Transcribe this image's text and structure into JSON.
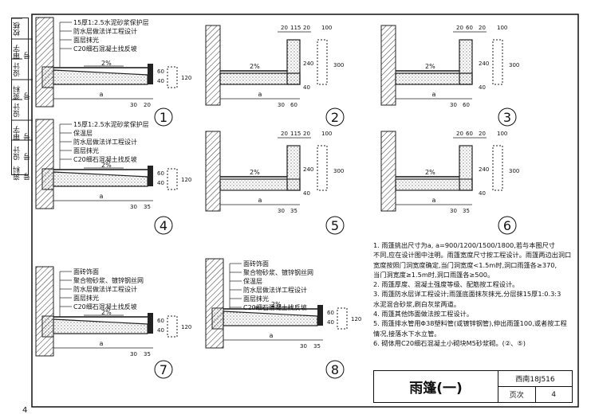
{
  "side_block": [
    "校核",
    "审字号",
    "设计",
    "资料号",
    "设计",
    "审字号",
    "设计号",
    "资料号"
  ],
  "details": [
    {
      "num": "①",
      "layers": [
        "15厚1:2.5水泥砂浆保护层",
        "防水层做法详工程设计",
        "面层抹光",
        "C20细石混凝土找反坡"
      ],
      "dims": [
        "30",
        "20",
        "60",
        "40",
        "120"
      ],
      "slope": "2%",
      "a": "a"
    },
    {
      "num": "②",
      "dims": [
        "20",
        "115",
        "20",
        "100",
        "240",
        "300",
        "40",
        "30",
        "60"
      ],
      "slope": "2%",
      "a": "a"
    },
    {
      "num": "③",
      "dims": [
        "20",
        "60",
        "20",
        "100",
        "240",
        "300",
        "40",
        "30",
        "60"
      ],
      "slope": "2%",
      "a": "a"
    },
    {
      "num": "④",
      "layers": [
        "15厚1:2.5水泥砂浆保护层",
        "保温层",
        "防水层做法详工程设计",
        "面层抹光",
        "C20细石混凝土找反坡"
      ],
      "dims": [
        "30",
        "35",
        "60",
        "40",
        "120"
      ],
      "slope": "2%",
      "a": "a"
    },
    {
      "num": "⑤",
      "dims": [
        "20",
        "115",
        "20",
        "100",
        "240",
        "300",
        "40",
        "30",
        "35"
      ],
      "slope": "2%",
      "a": "a"
    },
    {
      "num": "⑥",
      "dims": [
        "20",
        "60",
        "20",
        "100",
        "240",
        "300",
        "40",
        "30",
        "35"
      ],
      "slope": "2%",
      "a": "a"
    },
    {
      "num": "⑦",
      "layers": [
        "面砖饰面",
        "聚合物砂浆、镀锌钢丝网",
        "防水层做法详工程设计",
        "面层抹光",
        "C20细石混凝土找反坡"
      ],
      "dims": [
        "30",
        "35",
        "60",
        "40",
        "120"
      ],
      "slope": "2%",
      "a": "a"
    },
    {
      "num": "⑧",
      "layers": [
        "面砖饰面",
        "聚合物砂浆、镀锌钢丝网",
        "保温层",
        "防水层做法详工程设计",
        "面层抹光",
        "C20细石混凝土找反坡"
      ],
      "dims": [
        "30",
        "35",
        "60",
        "40",
        "120"
      ],
      "slope": "2%",
      "a": "a"
    }
  ],
  "notes": [
    "1. 雨篷挑出尺寸为a, a=900/1200/1500/1800,若与本图尺寸",
    "   不同,应在设计图中注明。雨篷宽度尺寸按工程设计。雨篷两边出洞口",
    "   宽度按照门洞宽度确定,当门洞宽度<1.5m时,洞口雨篷各≥370,",
    "   当门洞宽度≥1.5m时,洞口雨篷各≥500。",
    "2. 雨篷厚度、混凝土强度等级、配筋按工程设计。",
    "3. 雨篷防水层详工程设计;雨篷底面抹灰抹光,分层抹15厚1:0.3:3",
    "   水泥混合砂浆,刷白灰浆两道。",
    "4. 雨篷其他饰面做法按工程设计。",
    "5. 雨篷排水管用Φ38塑料管(或镀锌钢管),伸出雨篷100,或者按工程",
    "   情况,接落水下水立管。",
    "6. 砌体用C20细石混凝土小砌块M5砂浆砌。(②、⑤)"
  ],
  "title": "雨篷(一)",
  "atlas_code": "西南18J516",
  "page_label": "页次",
  "page_value": "4",
  "footer_page": "4"
}
